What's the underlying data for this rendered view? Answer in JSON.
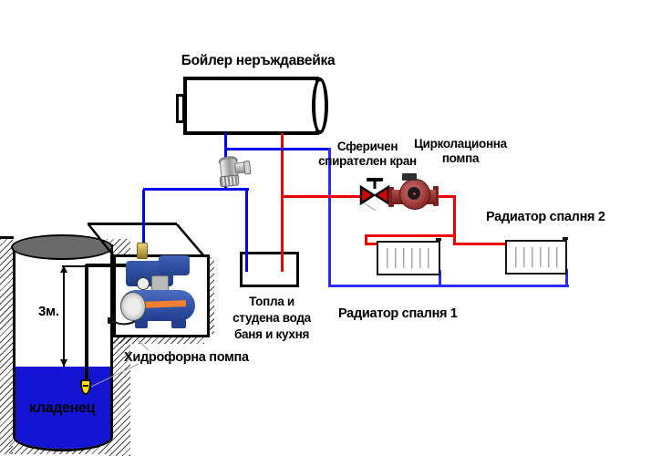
{
  "labels": {
    "boiler": "Бойлер неръждавейка",
    "valve_line1": "Сферичен",
    "valve_line2": "спирателен кран",
    "circ_pump_line1": "Цирколационна",
    "circ_pump_line2": "помпа",
    "radiator2": "Радиатор спалня 2",
    "radiator1": "Радиатор спалня 1",
    "tap_line1": "Топла и",
    "tap_line2": "студена вода",
    "tap_line3": "баня и кухня",
    "hydrophore": "Хидрофорна помпа",
    "well": "кладенец",
    "depth": "3м."
  },
  "colors": {
    "cold_pipe": "#0101ee",
    "return_pipe": "#2b2bff",
    "hot_pipe": "#ee0200",
    "water": "#1414d2",
    "well_lid": "#6a6a6a",
    "valve_red": "#d40000",
    "foot_valve_yellow": "#ffd91a"
  },
  "components": [
    "boiler-tank",
    "tee-fitting",
    "ball-valve",
    "circulation-pump",
    "radiator-1",
    "radiator-2",
    "tap-box",
    "hydrophore-pump",
    "pump-house-box",
    "well",
    "foot-valve",
    "suction-pipe",
    "depth-measure"
  ]
}
